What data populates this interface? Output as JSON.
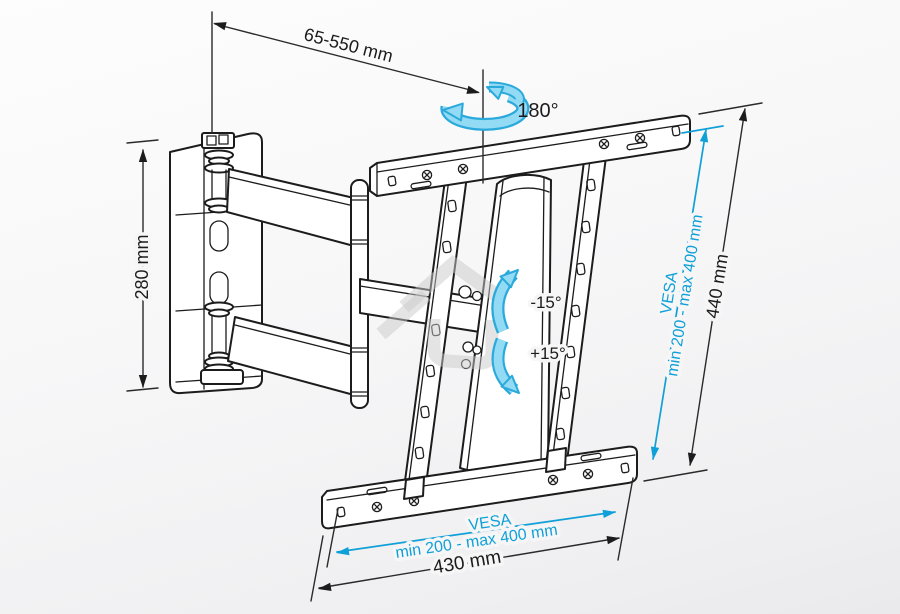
{
  "diagram": {
    "name": "tv-wall-mount-technical-drawing",
    "labels": {
      "arm_extension": "65-550 mm",
      "swivel": "180°",
      "wall_plate_height": "280 mm",
      "bracket_height": "440 mm",
      "vesa_right_line1": "VESA",
      "vesa_right_line2": "min 200 - max 400 mm",
      "tilt_up": "-15°",
      "tilt_down": "+15°",
      "vesa_bottom_line1": "VESA",
      "vesa_bottom_line2": "min 200 - max 400 mm",
      "bracket_width": "430 mm"
    },
    "colors": {
      "accent": "#0fa0d8",
      "arrow_fill": "#93daf4",
      "arrow_stroke": "#2aa9db",
      "line": "#1c1c1c"
    }
  }
}
